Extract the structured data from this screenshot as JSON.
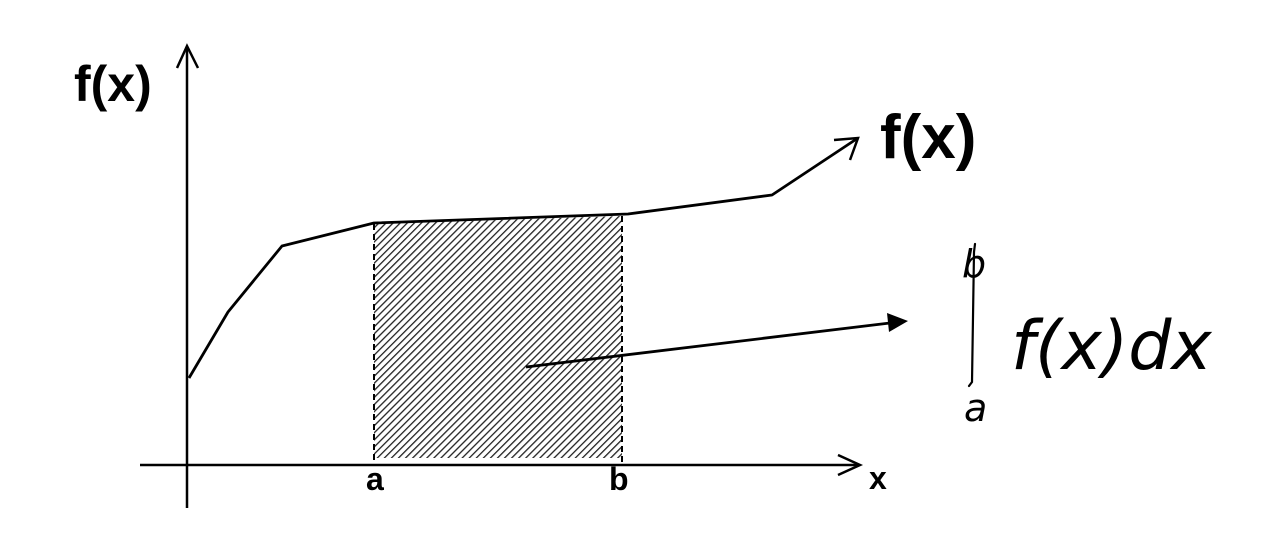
{
  "diagram": {
    "y_axis_label": "f(x)",
    "x_axis_label": "x",
    "curve_label": "f(x)",
    "lower_limit_label": "a",
    "upper_limit_label": "b",
    "integral": {
      "upper": "b",
      "lower": "a",
      "integrand": "f(x)dx"
    }
  }
}
